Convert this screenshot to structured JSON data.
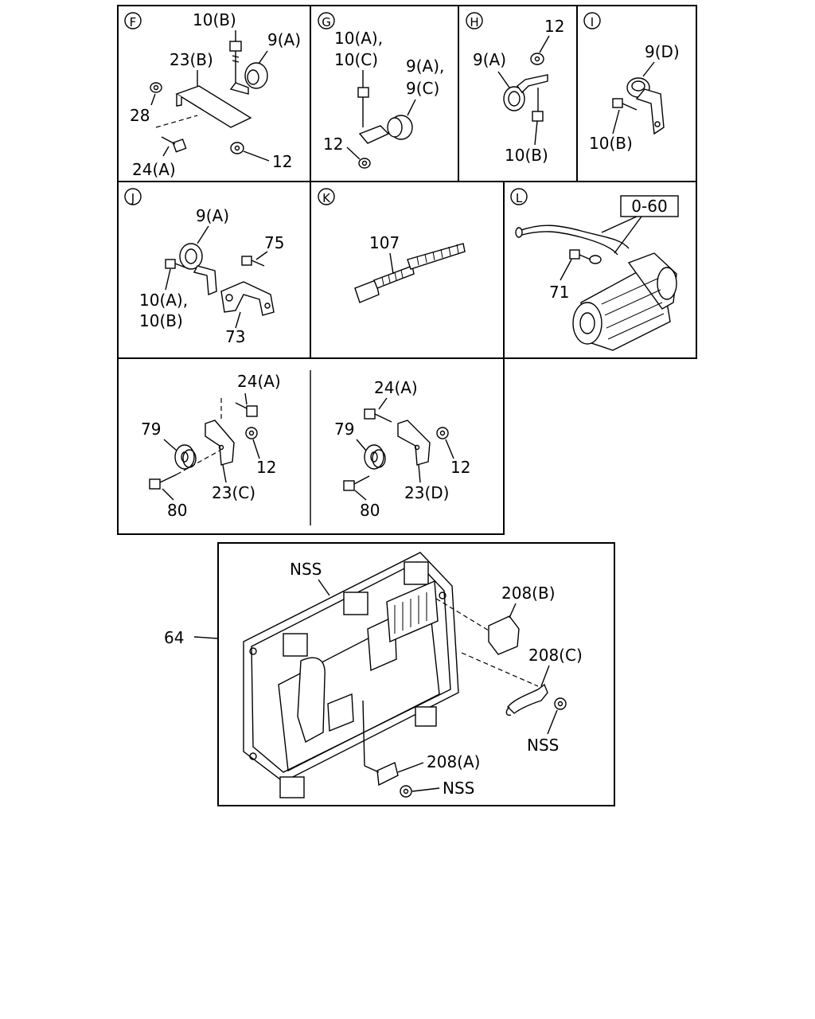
{
  "panels": {
    "F": {
      "letter": "F",
      "labels": {
        "l1": "10(B)",
        "l2": "9(A)",
        "l3": "23(B)",
        "l4": "28",
        "l5": "24(A)",
        "l6": "12"
      }
    },
    "G": {
      "letter": "G",
      "labels": {
        "l1a": "10(A),",
        "l1b": "10(C)",
        "l2a": "9(A),",
        "l2b": "9(C)",
        "l3": "12"
      }
    },
    "H": {
      "letter": "H",
      "labels": {
        "l1": "12",
        "l2": "9(A)",
        "l3": "10(B)"
      }
    },
    "I": {
      "letter": "I",
      "labels": {
        "l1": "9(D)",
        "l2": "10(B)"
      }
    },
    "J": {
      "letter": "J",
      "labels": {
        "l1": "9(A)",
        "l2": "75",
        "l3a": "10(A),",
        "l3b": "10(B)",
        "l4": "73"
      }
    },
    "K": {
      "letter": "K",
      "labels": {
        "l1": "107"
      }
    },
    "L": {
      "letter": "L",
      "labels": {
        "l1": "0-60",
        "l2": "71"
      }
    },
    "M": {
      "labels": {
        "l1": "24(A)",
        "l2": "79",
        "l3": "12",
        "l4": "23(C)",
        "l5": "80"
      }
    },
    "N": {
      "labels": {
        "l1": "24(A)",
        "l2": "79",
        "l3": "12",
        "l4": "23(D)",
        "l5": "80"
      }
    },
    "box": {
      "labels": {
        "nss1": "NSS",
        "p64": "64",
        "p208b": "208(B)",
        "p208c": "208(C)",
        "nss2": "NSS",
        "p208a": "208(A)",
        "nss3": "NSS"
      }
    }
  }
}
